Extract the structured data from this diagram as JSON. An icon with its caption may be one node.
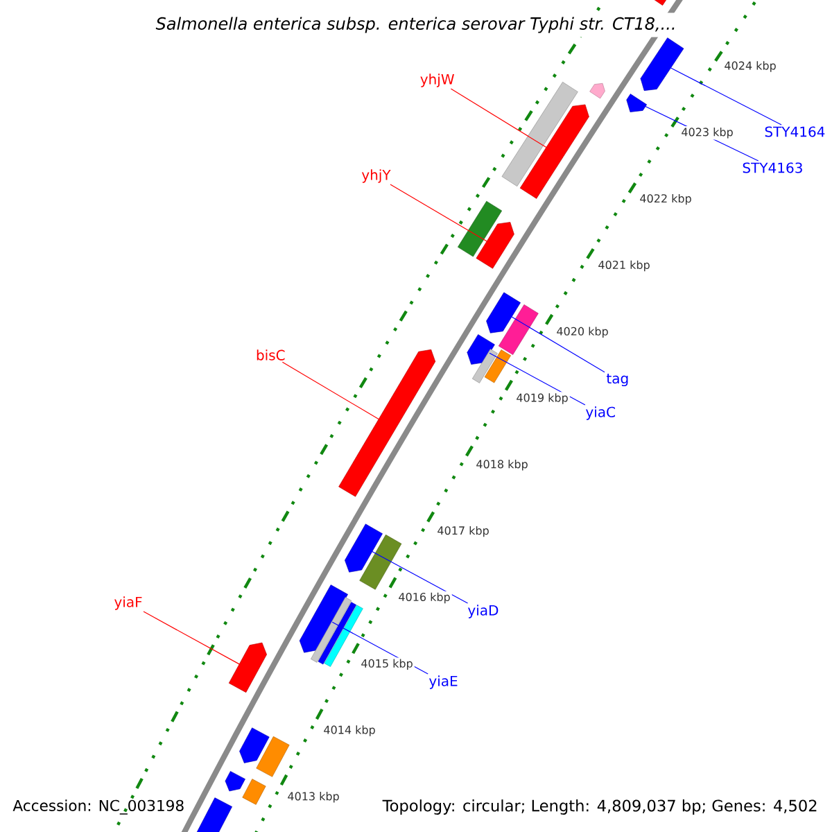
{
  "diagram": {
    "title": "Salmonella enterica subsp. enterica serovar Typhi str. CT18,...",
    "nodes": [
      {
        "text": [],
        "shape": "arrow"
      },
      {
        "text": [],
        "shape": "arrow"
      },
      {
        "text": [],
        "shape": "arrow"
      },
      {
        "text": [
          "yhjW"
        ]
      },
      {
        "text": [],
        "shape": "arrow"
      },
      {
        "text": [],
        "shape": "box"
      },
      {
        "text": [],
        "shape": "arrow"
      },
      {
        "text": [
          "STY4164"
        ]
      },
      {
        "text": [
          "STY4163"
        ]
      },
      {
        "text": [
          "yhjY"
        ]
      },
      {
        "text": [],
        "shape": "arrow"
      },
      {
        "text": [],
        "shape": "box"
      },
      {
        "text": [],
        "shape": "box"
      },
      {
        "text": [],
        "shape": "arrow"
      },
      {
        "text": [],
        "shape": "box"
      },
      {
        "text": [],
        "shape": "arrow"
      },
      {
        "text": [],
        "shape": "box"
      },
      {
        "text": [
          "bisC"
        ]
      },
      {
        "text": [],
        "shape": "arrow"
      },
      {
        "text": [
          "tag"
        ]
      },
      {
        "text": [
          "yiaC"
        ]
      },
      {
        "text": [],
        "shape": "box"
      },
      {
        "text": [],
        "shape": "arrow"
      },
      {
        "text": [],
        "shape": "box"
      },
      {
        "text": [],
        "shape": "box"
      },
      {
        "text": [],
        "shape": "arrow"
      },
      {
        "text": [],
        "shape": "box"
      },
      {
        "text": [
          "yiaF"
        ]
      },
      {
        "text": [
          "yiaD"
        ]
      },
      {
        "text": [],
        "shape": "arrow"
      },
      {
        "text": [
          "yiaE"
        ]
      },
      {
        "text": [],
        "shape": "box"
      },
      {
        "text": [],
        "shape": "arrow"
      },
      {
        "text": [],
        "shape": "box"
      },
      {
        "text": [],
        "shape": "arrow"
      },
      {
        "text": [],
        "shape": "box"
      }
    ],
    "edges": [
      {
        "from": 3,
        "to": 6,
        "arrow": "none",
        "color": "#ff0000"
      },
      {
        "from": 7,
        "to": 1,
        "arrow": "none"
      },
      {
        "from": 8,
        "to": 2,
        "arrow": "none"
      },
      {
        "from": 9,
        "to": 10,
        "arrow": "none",
        "color": "#ff0000"
      },
      {
        "from": 17,
        "to": 18,
        "arrow": "none",
        "color": "#ff0000"
      },
      {
        "from": 19,
        "to": 13,
        "arrow": "none"
      },
      {
        "from": 20,
        "to": 15,
        "arrow": "none"
      },
      {
        "from": 27,
        "to": 29,
        "arrow": "none",
        "color": "#ff0000"
      },
      {
        "from": 28,
        "to": 22,
        "arrow": "none"
      },
      {
        "from": 30,
        "to": 25,
        "arrow": "none"
      }
    ],
    "labels": [
      "4024 kbp",
      "4023 kbp",
      "4022 kbp",
      "4021 kbp",
      "4020 kbp",
      "4019 kbp",
      "4018 kbp",
      "4017 kbp",
      "4016 kbp",
      "4015 kbp",
      "4014 kbp",
      "4013 kbp",
      "Accession: NC_003198",
      "Topology: circular; Length: 4,809,037 bp; Genes: 4,502"
    ]
  }
}
